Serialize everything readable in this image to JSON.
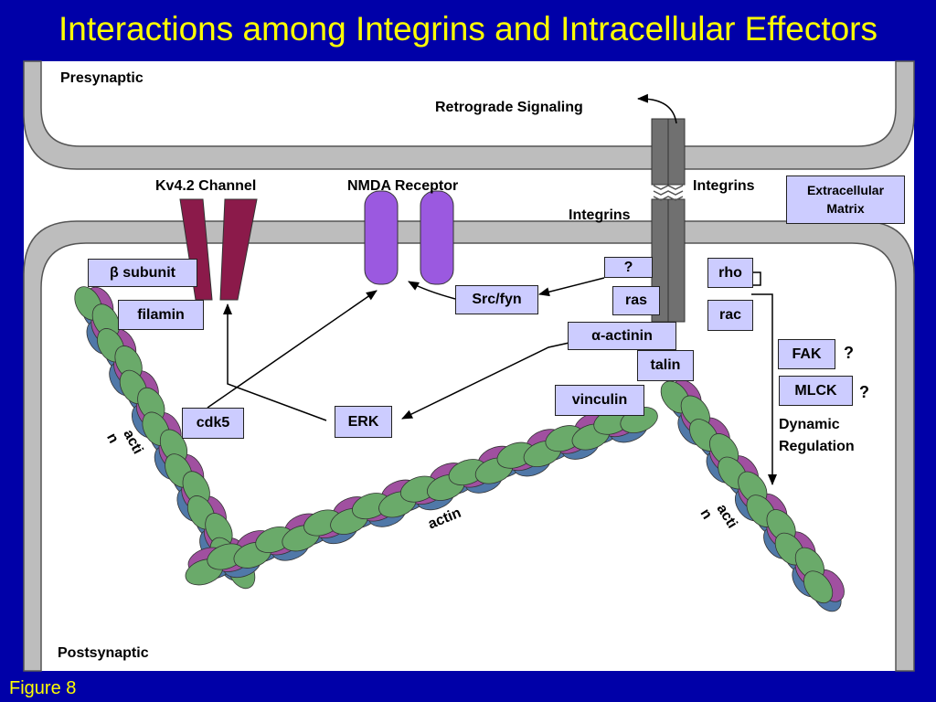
{
  "slide_title": "Interactions among Integrins and Intracellular Effectors",
  "figure_label": "Figure 8",
  "labels": {
    "presynaptic": "Presynaptic",
    "postsynaptic": "Postsynaptic",
    "retrograde_signaling": "Retrograde Signaling",
    "kv42_channel": "Kv4.2 Channel",
    "nmda_receptor": "NMDA Receptor",
    "integrins_top": "Integrins",
    "integrins_mid": "Integrins",
    "dynamic_regulation_1": "Dynamic",
    "dynamic_regulation_2": "Regulation",
    "actin_left_1": "acti",
    "actin_left_2": "n",
    "actin_center": "actin",
    "actin_right_1": "acti",
    "actin_right_2": "n",
    "fak_q": "?",
    "mlck_q": "?"
  },
  "boxes": {
    "extracellular_matrix_1": "Extracellular",
    "extracellular_matrix_2": "Matrix",
    "beta_subunit": "β subunit",
    "filamin": "filamin",
    "src_fyn": "Src/fyn",
    "unknown": "?",
    "ras": "ras",
    "alpha_actinin": "α-actinin",
    "talin": "talin",
    "vinculin": "vinculin",
    "erk": "ERK",
    "cdk5": "cdk5",
    "rho": "rho",
    "rac": "rac",
    "fak": "FAK",
    "mlck": "MLCK"
  },
  "colors": {
    "background": "#0000a8",
    "title": "#ffff00",
    "membrane": "#bdbdbd",
    "box_fill": "#ccccff",
    "kv_channel": "#8b1a4a",
    "nmda": "#9b59e0",
    "integrin": "#707070",
    "actin_green": "#6aaa6a",
    "actin_purple": "#a050a0",
    "actin_blue": "#5078a8"
  }
}
